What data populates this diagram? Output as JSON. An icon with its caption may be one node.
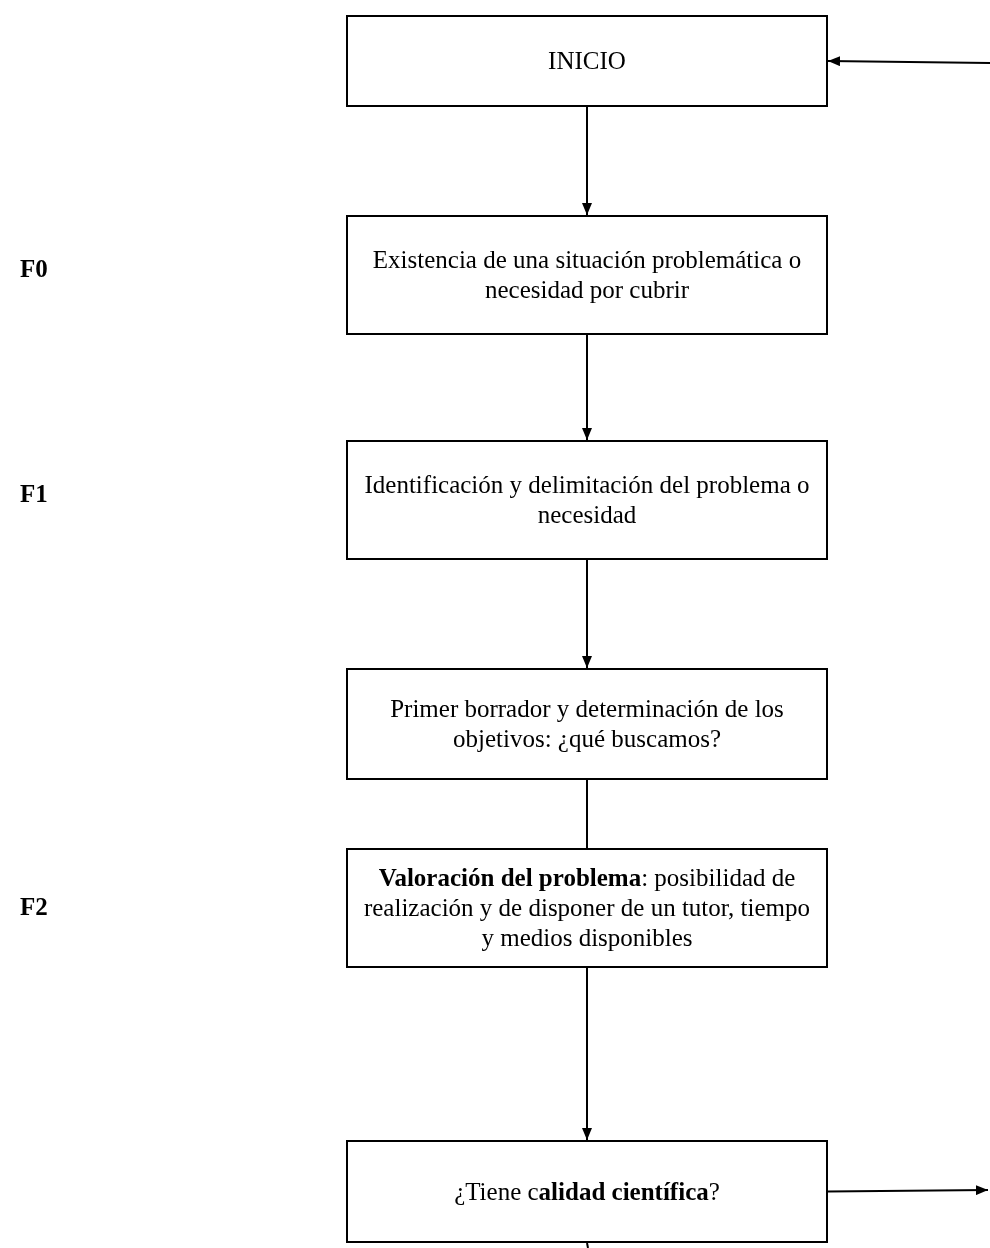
{
  "diagram": {
    "nodes": [
      {
        "text": [
          "INICIO"
        ]
      },
      {
        "text": [
          "Existencia de una situación problemática o necesidad por cubrir"
        ]
      },
      {
        "text": [
          "Identificación y delimitación del problema o necesidad"
        ]
      },
      {
        "text": [
          "Primer borrador y determinación de los objetivos: ¿qué buscamos?"
        ]
      },
      {
        "text": [
          "**Valoración del problema**: posibilidad de realización y de disponer de un tutor, tiempo y medios disponibles"
        ]
      },
      {
        "text": [
          "¿Tiene c**alidad científica**?"
        ]
      }
    ],
    "edges": [
      {
        "from": null,
        "to": 0,
        "arrow": "to"
      },
      {
        "from": 0,
        "to": 1,
        "arrow": "to"
      },
      {
        "from": 1,
        "to": 2,
        "arrow": "to"
      },
      {
        "from": 2,
        "to": 3,
        "arrow": "to"
      },
      {
        "from": 3,
        "to": 4,
        "arrow": "none"
      },
      {
        "from": 4,
        "to": 5,
        "arrow": "to"
      },
      {
        "from": 5,
        "to": null,
        "arrow": "to"
      },
      {
        "from": 5,
        "to": null,
        "arrow": "none"
      }
    ],
    "labels": [
      "F0",
      "F1",
      "F2"
    ]
  }
}
